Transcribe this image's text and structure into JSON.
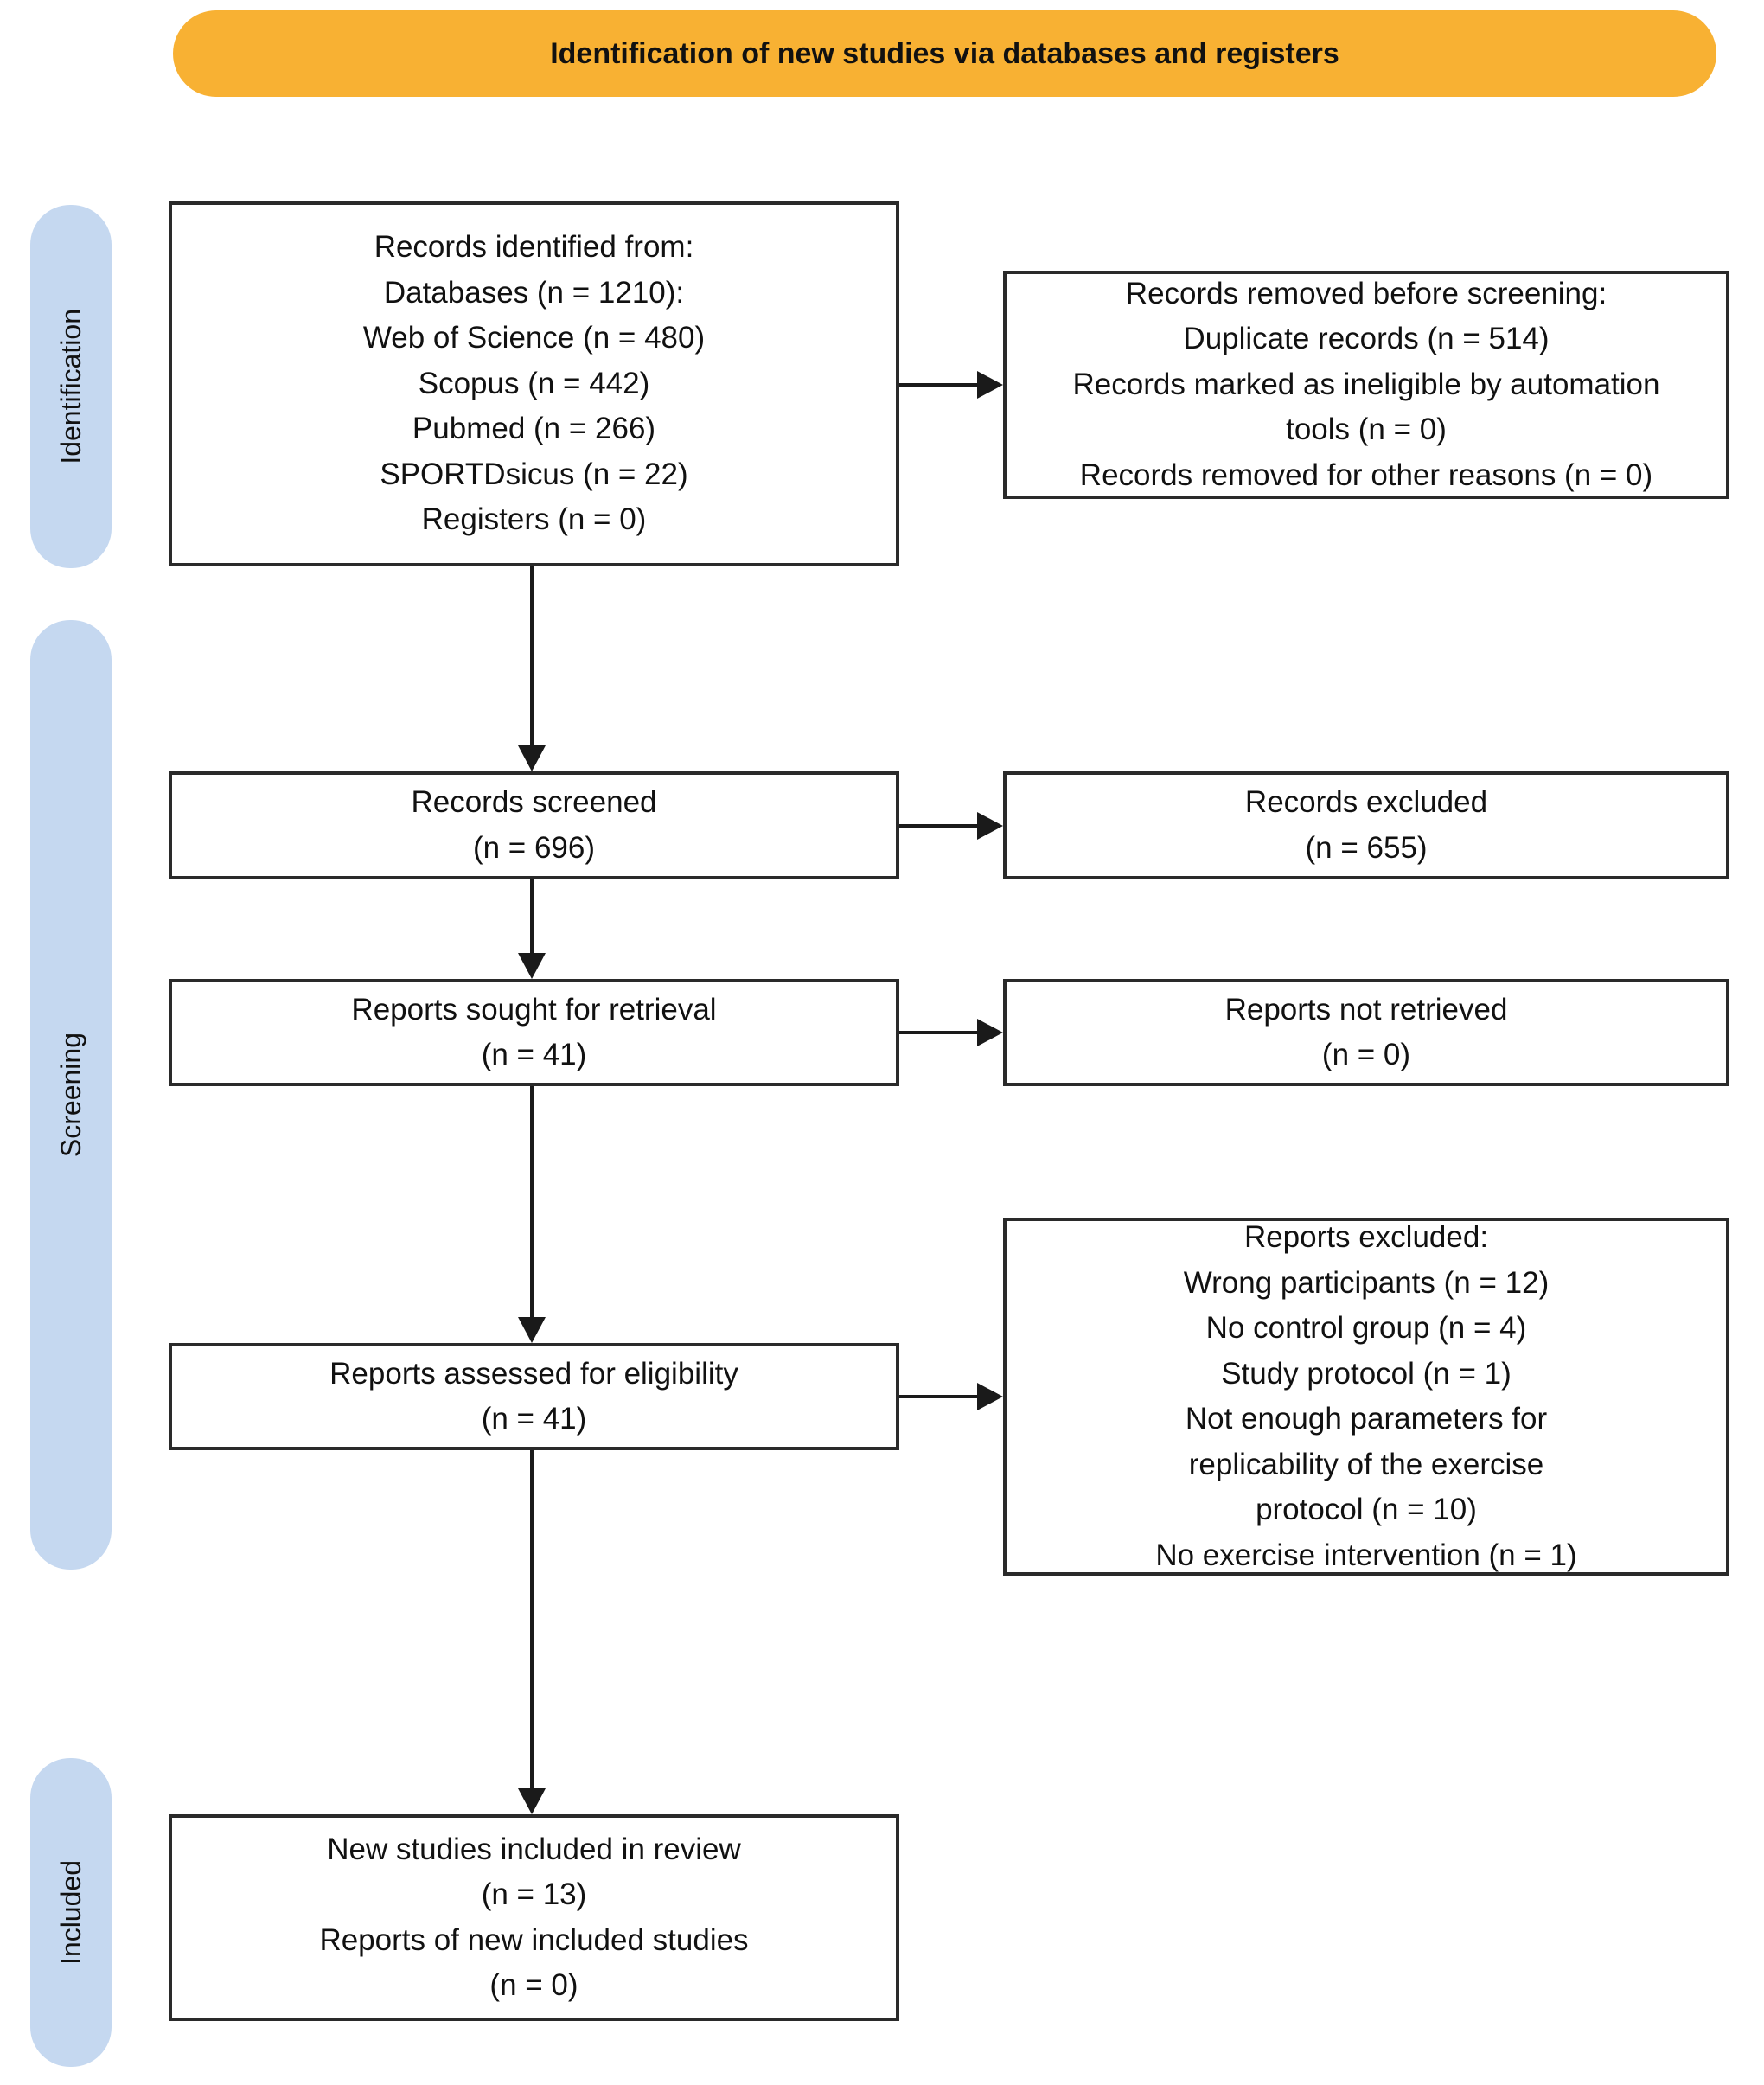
{
  "banner": {
    "label": "Identification of new studies via databases and registers"
  },
  "stages": [
    {
      "id": "identification",
      "label": "Identification"
    },
    {
      "id": "screening",
      "label": "Screening"
    },
    {
      "id": "included",
      "label": "Included"
    }
  ],
  "boxes": {
    "records_identified": {
      "lines": [
        "Records identified from:",
        "Databases (n = 1210):",
        "Web of Science (n = 480)",
        "Scopus (n = 442)",
        "Pubmed (n = 266)",
        "SPORTDsicus (n = 22)",
        "Registers (n = 0)"
      ]
    },
    "records_removed": {
      "lines": [
        "Records removed before screening:",
        "Duplicate records (n = 514)",
        "Records marked as ineligible by automation",
        "tools (n = 0)",
        "Records removed for other reasons (n = 0)"
      ]
    },
    "records_screened": {
      "lines": [
        "Records screened",
        "(n = 696)"
      ]
    },
    "records_excluded": {
      "lines": [
        "Records excluded",
        "(n = 655)"
      ]
    },
    "reports_sought": {
      "lines": [
        "Reports sought for retrieval",
        "(n = 41)"
      ]
    },
    "reports_not_retrieved": {
      "lines": [
        "Reports not retrieved",
        "(n = 0)"
      ]
    },
    "reports_assessed": {
      "lines": [
        "Reports assessed for eligibility",
        "(n = 41)"
      ]
    },
    "reports_excluded": {
      "lines": [
        "Reports excluded:",
        "Wrong participants (n = 12)",
        "No control group (n = 4)",
        "Study protocol (n = 1)",
        "Not enough parameters for",
        "replicability of the exercise",
        "protocol (n = 10)",
        "No exercise intervention (n = 1)"
      ]
    },
    "new_studies_included": {
      "lines": [
        "New studies included in review",
        "(n = 13)",
        "Reports of new included studies",
        "(n = 0)"
      ]
    }
  },
  "flow": [
    {
      "from": "records_identified",
      "to": "records_removed"
    },
    {
      "from": "records_identified",
      "to": "records_screened"
    },
    {
      "from": "records_screened",
      "to": "records_excluded"
    },
    {
      "from": "records_screened",
      "to": "reports_sought"
    },
    {
      "from": "reports_sought",
      "to": "reports_not_retrieved"
    },
    {
      "from": "reports_sought",
      "to": "reports_assessed"
    },
    {
      "from": "reports_assessed",
      "to": "reports_excluded"
    },
    {
      "from": "reports_assessed",
      "to": "new_studies_included"
    }
  ],
  "colors": {
    "banner_bg": "#F8B133",
    "stage_bg": "#C5D8F0",
    "box_bg": "#FFFFFF",
    "box_border": "#2A2A2A",
    "arrow": "#1A1A1A",
    "text": "#111111"
  }
}
